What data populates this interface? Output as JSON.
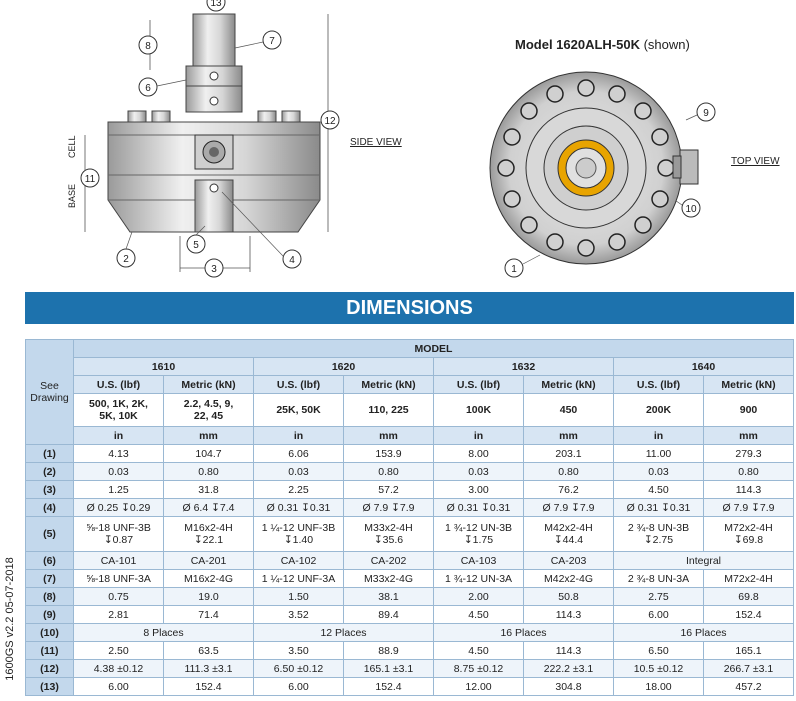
{
  "drawing": {
    "model_title_bold": "Model 1620ALH-50K",
    "model_title_rest": " (shown)",
    "side_view": "SIDE VIEW",
    "top_view": "TOP VIEW",
    "cell_label": "CELL",
    "base_label": "BASE",
    "callouts": [
      "1",
      "2",
      "3",
      "4",
      "5",
      "6",
      "7",
      "8",
      "9",
      "10",
      "11",
      "12",
      "13"
    ]
  },
  "banner": "DIMENSIONS",
  "side_label": "1600GS v2.2   05-07-2018",
  "table": {
    "model_header": "MODEL",
    "see_drawing": "See\nDrawing",
    "models": [
      "1610",
      "1620",
      "1632",
      "1640"
    ],
    "unit_labels": [
      "U.S. (lbf)",
      "Metric (kN)"
    ],
    "capacities": [
      [
        "500, 1K, 2K,\n5K, 10K",
        "2.2, 4.5, 9,\n22, 45"
      ],
      [
        "25K, 50K",
        "110, 225"
      ],
      [
        "100K",
        "450"
      ],
      [
        "200K",
        "900"
      ]
    ],
    "units": [
      "in",
      "mm",
      "in",
      "mm",
      "in",
      "mm",
      "in",
      "mm"
    ],
    "rows": [
      {
        "label": "(1)",
        "cells": [
          "4.13",
          "104.7",
          "6.06",
          "153.9",
          "8.00",
          "203.1",
          "11.00",
          "279.3"
        ]
      },
      {
        "label": "(2)",
        "cells": [
          "0.03",
          "0.80",
          "0.03",
          "0.80",
          "0.03",
          "0.80",
          "0.03",
          "0.80"
        ]
      },
      {
        "label": "(3)",
        "cells": [
          "1.25",
          "31.8",
          "2.25",
          "57.2",
          "3.00",
          "76.2",
          "4.50",
          "114.3"
        ]
      },
      {
        "label": "(4)",
        "cells": [
          "Ø 0.25 ↧0.29",
          "Ø 6.4 ↧7.4",
          "Ø 0.31 ↧0.31",
          "Ø 7.9 ↧7.9",
          "Ø 0.31 ↧0.31",
          "Ø 7.9 ↧7.9",
          "Ø 0.31 ↧0.31",
          "Ø 7.9 ↧7.9"
        ]
      },
      {
        "label": "(5)",
        "cells": [
          "⅝-18 UNF-3B\n↧0.87",
          "M16x2-4H\n↧22.1",
          "1 ¼-12 UNF-3B\n↧1.40",
          "M33x2-4H\n↧35.6",
          "1 ¾-12 UN-3B\n↧1.75",
          "M42x2-4H\n↧44.4",
          "2 ¾-8 UN-3B\n↧2.75",
          "M72x2-4H\n↧69.8"
        ]
      },
      {
        "label": "(6)",
        "cells": [
          "CA-101",
          "CA-201",
          "CA-102",
          "CA-202",
          "CA-103",
          "CA-203"
        ],
        "last_span": "Integral"
      },
      {
        "label": "(7)",
        "cells": [
          "⅝-18 UNF-3A",
          "M16x2-4G",
          "1 ¼-12 UNF-3A",
          "M33x2-4G",
          "1 ¾-12 UN-3A",
          "M42x2-4G",
          "2 ¾-8 UN-3A",
          "M72x2-4H"
        ]
      },
      {
        "label": "(8)",
        "cells": [
          "0.75",
          "19.0",
          "1.50",
          "38.1",
          "2.00",
          "50.8",
          "2.75",
          "69.8"
        ]
      },
      {
        "label": "(9)",
        "cells": [
          "2.81",
          "71.4",
          "3.52",
          "89.4",
          "4.50",
          "114.3",
          "6.00",
          "152.4"
        ]
      },
      {
        "label": "(10)",
        "spans": [
          "8 Places",
          "12 Places",
          "16 Places",
          "16 Places"
        ]
      },
      {
        "label": "(11)",
        "cells": [
          "2.50",
          "63.5",
          "3.50",
          "88.9",
          "4.50",
          "114.3",
          "6.50",
          "165.1"
        ]
      },
      {
        "label": "(12)",
        "cells": [
          "4.38 ±0.12",
          "111.3 ±3.1",
          "6.50 ±0.12",
          "165.1 ±3.1",
          "8.75 ±0.12",
          "222.2 ±3.1",
          "10.5 ±0.12",
          "266.7 ±3.1"
        ]
      },
      {
        "label": "(13)",
        "cells": [
          "6.00",
          "152.4",
          "6.00",
          "152.4",
          "12.00",
          "304.8",
          "18.00",
          "457.2"
        ]
      }
    ]
  }
}
